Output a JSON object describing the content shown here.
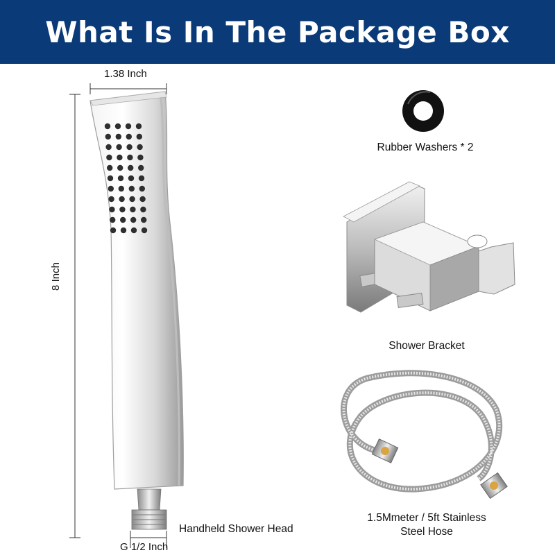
{
  "header": {
    "title": "What Is In The Package Box"
  },
  "colors": {
    "banner": "#0b3a78",
    "title": "#ffffff",
    "chrome": "#d9d9d9",
    "brass": "#d9a441"
  },
  "dimensions": {
    "head_width": "1.38 Inch",
    "head_length": "8 Inch",
    "connector_thread": "G 1/2 Inch"
  },
  "items": {
    "shower_head": {
      "label": "Handheld Shower Head",
      "icon": "shower-head-icon"
    },
    "washers": {
      "label": "Rubber Washers * 2",
      "icon": "washer-icon"
    },
    "bracket": {
      "label": "Shower Bracket",
      "icon": "bracket-icon"
    },
    "hose": {
      "label_line1": "1.5Mmeter / 5ft Stainless",
      "label_line2": "Steel Hose",
      "icon": "hose-icon"
    }
  }
}
